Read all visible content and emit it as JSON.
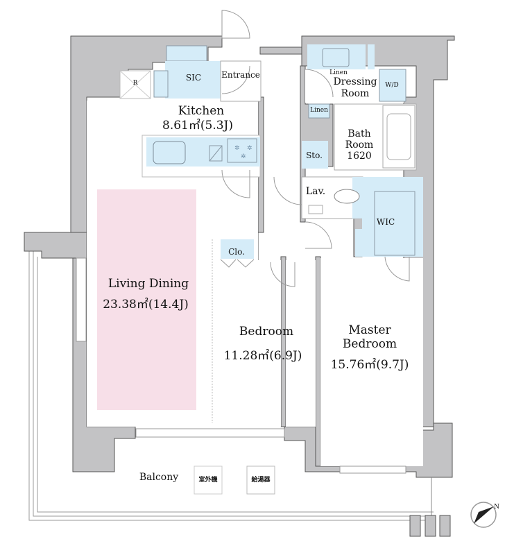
{
  "plan": {
    "rooms": {
      "kitchen": {
        "name": "Kitchen",
        "area": "8.61㎡(5.3J)"
      },
      "living_dining": {
        "name": "Living Dining",
        "area": "23.38㎡(14.4J)"
      },
      "bedroom": {
        "name": "Bedroom",
        "area": "11.28㎡(6.9J)"
      },
      "master_bedroom": {
        "name_line1": "Master",
        "name_line2": "Bedroom",
        "area": "15.76㎡(9.7J)"
      },
      "sic": {
        "name": "SIC"
      },
      "entrance": {
        "name": "Entrance"
      },
      "refrigerator": {
        "name": "R"
      },
      "dressing_room": {
        "linen_top": "Linen",
        "name_line1": "Dressing",
        "name_line2": "Room"
      },
      "washer_dryer": {
        "name": "W/D"
      },
      "linen": {
        "name": "Linen"
      },
      "bath_room": {
        "name_line1": "Bath",
        "name_line2": "Room",
        "size": "1620"
      },
      "storage": {
        "name": "Sto."
      },
      "lavatory": {
        "name": "Lav."
      },
      "wic": {
        "name": "WIC"
      },
      "closet": {
        "name": "Clo."
      },
      "balcony": {
        "name": "Balcony"
      }
    },
    "balcony_units": [
      "室外機",
      "給湯器"
    ],
    "compass": {
      "label": "N"
    },
    "colors": {
      "wall": "#c3c3c5",
      "storage_fill": "#d5ecf8",
      "living_fill": "#f7dfe8"
    }
  }
}
